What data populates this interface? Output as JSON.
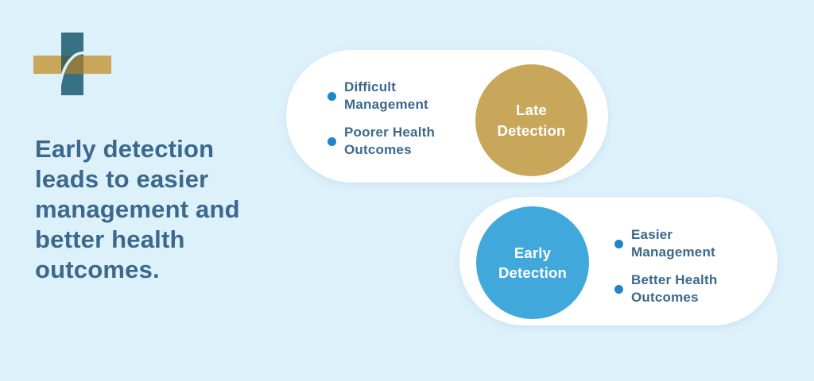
{
  "colors": {
    "background": "#ddf1fb",
    "card_background": "#ffffff",
    "text": "#3b688c",
    "bullet_dot": "#1e86cd",
    "late_circle": "#c8a75a",
    "early_circle": "#41a8dc",
    "logo_teal": "#397184",
    "logo_gold": "#c8a75a"
  },
  "headline": "Early detection leads to easier management and better health outcomes.",
  "cards": [
    {
      "id": "late-detection",
      "circle_label": "Late Detection",
      "circle_color": "#c8a75a",
      "bullets": [
        "Difficult Management",
        "Poorer Health Outcomes"
      ]
    },
    {
      "id": "early-detection",
      "circle_label": "Early Detection",
      "circle_color": "#41a8dc",
      "bullets": [
        "Easier Management",
        "Better Health Outcomes"
      ]
    }
  ],
  "logo": {
    "icon": "medical-cross-swoosh"
  }
}
